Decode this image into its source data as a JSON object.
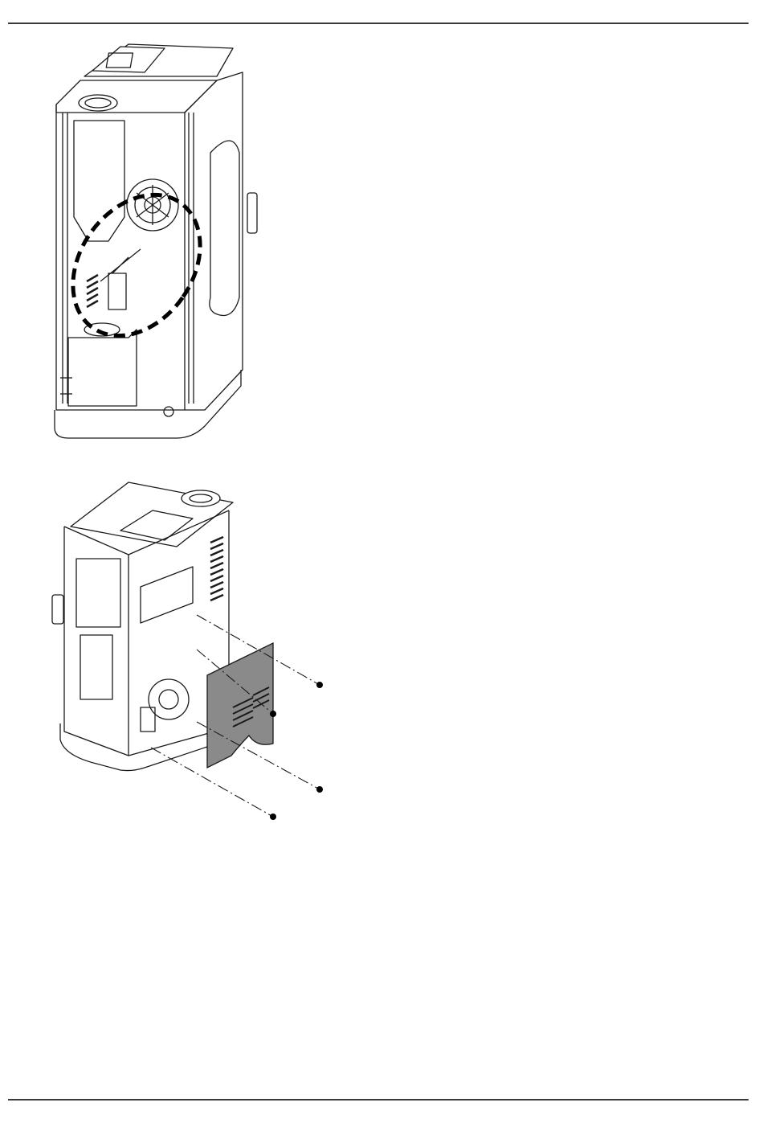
{
  "page": {
    "header_rule": true,
    "footer_rule": true
  },
  "figures": [
    {
      "id": "fig1",
      "subject": "stove-open-front-fan-highlighted",
      "highlight_style": "dashed-ellipse"
    },
    {
      "id": "fig2",
      "subject": "stove-rear-panel-removal",
      "panel_color": "#8a8a8a",
      "screw_count": 4
    }
  ],
  "colors": {
    "line": "#1a1a1a",
    "panel": "#8a8a8a",
    "rule": "#3a3a3a"
  }
}
